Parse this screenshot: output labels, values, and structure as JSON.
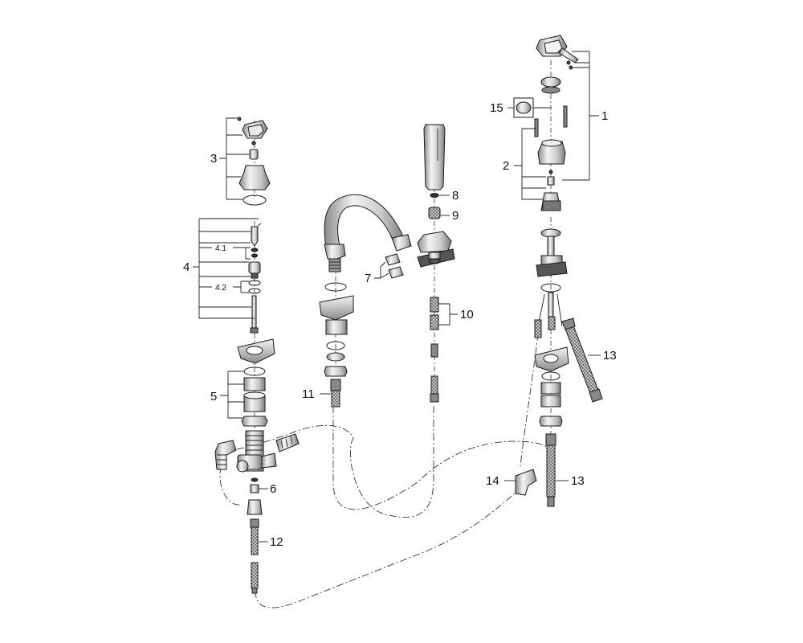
{
  "labels": {
    "p1": "1",
    "p2": "2",
    "p3": "3",
    "p4": "4",
    "p4_1": "4.1",
    "p4_2": "4.2",
    "p5": "5",
    "p6": "6",
    "p7": "7",
    "p8": "8",
    "p9": "9",
    "p10": "10",
    "p11": "11",
    "p12": "12",
    "p13a": "13",
    "p13b": "13",
    "p14": "14",
    "p15": "15"
  },
  "colors": {
    "metal_light": "#f2f2f2",
    "metal_mid": "#bdbdbd",
    "metal_dark": "#6e6e6e",
    "outline": "#1a1a1a"
  }
}
